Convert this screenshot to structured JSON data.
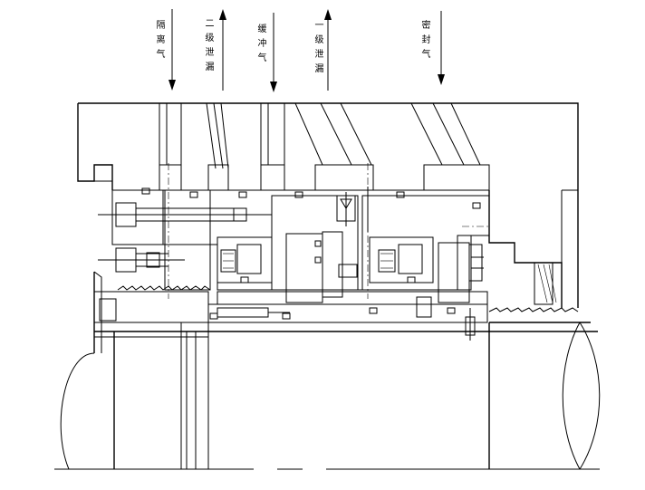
{
  "labels": {
    "isolation_gas": "隔离气",
    "secondary_leak": "二级泄漏",
    "buffer_gas": "缓冲气",
    "primary_leak": "一级泄漏",
    "seal_gas": "密封气"
  },
  "colors": {
    "line": "#000000",
    "background": "#ffffff"
  }
}
